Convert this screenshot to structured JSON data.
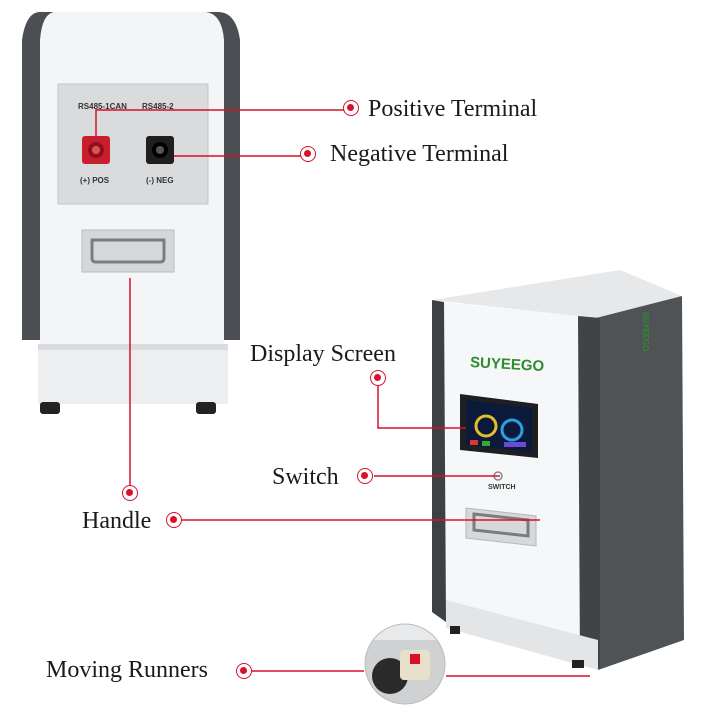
{
  "callouts": {
    "positive_terminal": "Positive Terminal",
    "negative_terminal": "Negative Terminal",
    "display_screen": "Display Screen",
    "switch": "Switch",
    "handle": "Handle",
    "moving_runners": "Moving Runners"
  },
  "front_unit": {
    "port1": "RS485-1CAN",
    "port2": "RS485-2",
    "pos_label": "(+) POS",
    "neg_label": "(-) NEG"
  },
  "side_unit": {
    "brand": "SUYEEGO",
    "side_brand": "SUYEEGO",
    "switch_label": "SWITCH"
  },
  "colors": {
    "accent": "#d8102a",
    "brand_green": "#2e8b2e",
    "panel_dark": "#505356"
  }
}
